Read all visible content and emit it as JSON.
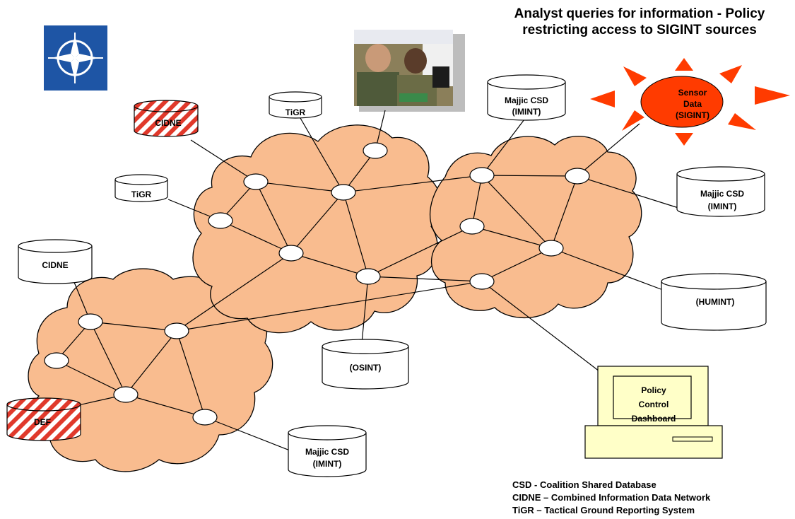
{
  "title": [
    "Analyst queries for information - Policy",
    "restricting access to SIGINT sources"
  ],
  "databases": {
    "cidne_top": "CIDNE",
    "tigr_top": "TiGR",
    "tigr_left": "TiGR",
    "cidne_left": "CIDNE",
    "def": "DEF",
    "majjic_imint_top": [
      "Majjic CSD",
      "(IMINT)"
    ],
    "majjic_imint_right": [
      "Majjic CSD",
      "(IMINT)"
    ],
    "humint": "(HUMINT)",
    "osint": "(OSINT)",
    "majjic_imint_bottom": [
      "Majjic CSD",
      "(IMINT)"
    ]
  },
  "sensor": [
    "Sensor",
    "Data",
    "(SIGINT)"
  ],
  "dashboard": [
    "Policy",
    "Control",
    "Dashboard"
  ],
  "legend": [
    "CSD - Coalition Shared Database",
    "CIDNE – Combined Information Data Network",
    "TiGR – Tactical Ground Reporting System"
  ],
  "colors": {
    "cloud_fill": "#F9BC8F",
    "sensor_fill": "#FF3B00",
    "restricted_stripe": "#E0392B",
    "dashboard_fill": "#FFFFC8",
    "nato_blue": "#1E55A5"
  },
  "icons": {
    "logo": "nato-compass-icon",
    "photo": "analysts-photo"
  }
}
